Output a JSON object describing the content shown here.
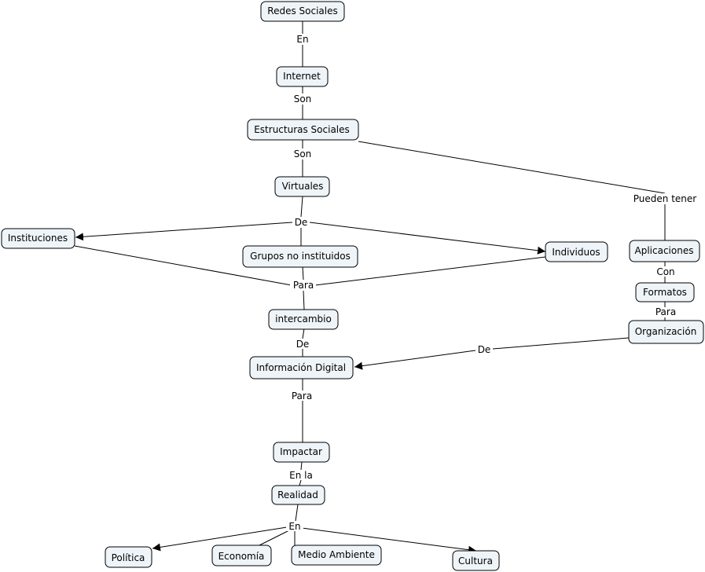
{
  "concepts": {
    "redes": "Redes Sociales",
    "internet": "Internet",
    "estructuras": "Estructuras Sociales",
    "virtuales": "Virtuales",
    "instituciones": "Instituciones",
    "grupos": "Grupos no instituidos",
    "individuos": "Individuos",
    "aplicaciones": "Aplicaciones",
    "formatos": "Formatos",
    "organizacion": "Organización",
    "intercambio": "intercambio",
    "informacion": "Información Digital",
    "impactar": "Impactar",
    "realidad": "Realidad",
    "politica": "Política",
    "economia": "Economía",
    "medio": "Medio Ambiente",
    "cultura": "Cultura"
  },
  "links": {
    "en1": "En",
    "son1": "Son",
    "son2": "Son",
    "puedenTener": "Pueden tener",
    "de1": "De",
    "con": "Con",
    "para1": "Para",
    "para2": "Para",
    "de2": "De",
    "de3": "De",
    "para3": "Para",
    "enLa": "En la",
    "en2": "En"
  }
}
